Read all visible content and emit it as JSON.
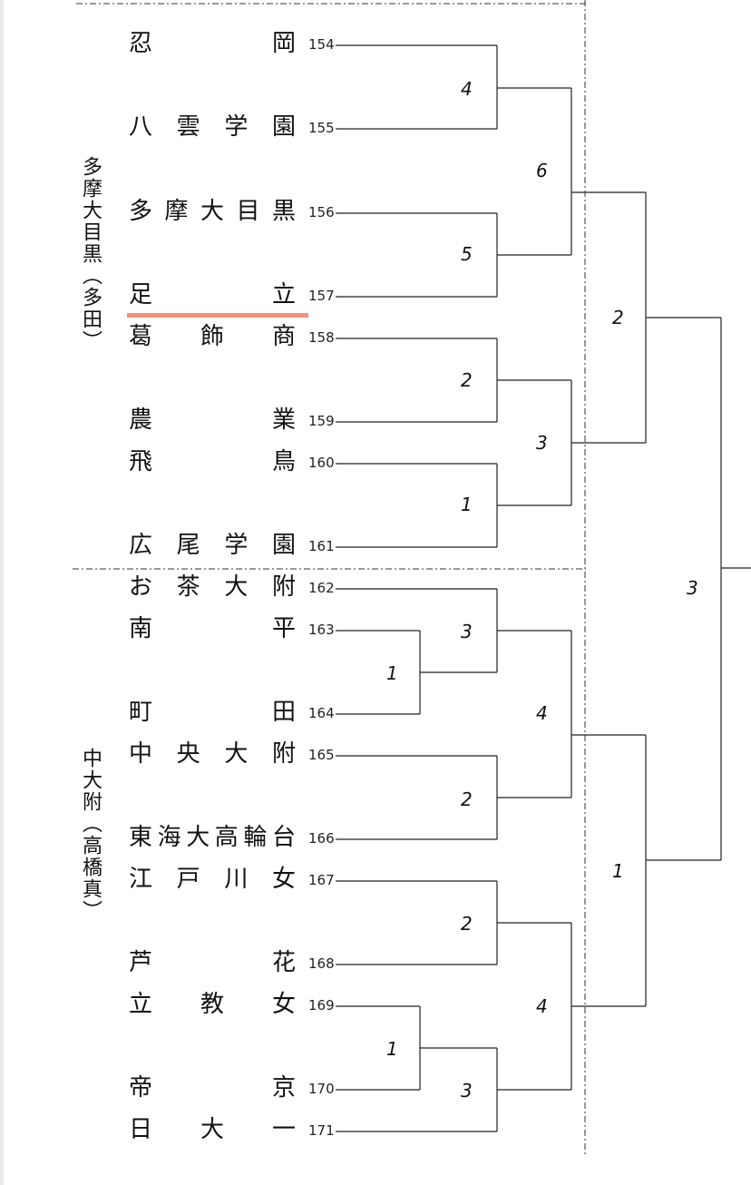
{
  "group_labels": [
    {
      "id": "tamadaimeguro",
      "text": "多摩大目黒（多田）"
    },
    {
      "id": "chudaifu",
      "text": "中大附（高橋真）"
    }
  ],
  "teams": [
    {
      "name": "忍　　　　岡",
      "number": "154"
    },
    {
      "name": "八　雲　学　園",
      "number": "155"
    },
    {
      "name": "多摩大目黒",
      "number": "156"
    },
    {
      "name": "足　　　　立",
      "number": "157"
    },
    {
      "name": "葛　　飾　　商",
      "number": "158"
    },
    {
      "name": "農　　　　業",
      "number": "159"
    },
    {
      "name": "飛　　　　鳥",
      "number": "160"
    },
    {
      "name": "広　尾　学　園",
      "number": "161"
    },
    {
      "name": "お　茶　大　附",
      "number": "162"
    },
    {
      "name": "南　　　　平",
      "number": "163"
    },
    {
      "name": "町　　　　田",
      "number": "164"
    },
    {
      "name": "中　央　大　附",
      "number": "165"
    },
    {
      "name": "東海大高輪台",
      "number": "166"
    },
    {
      "name": "江　戸　川　女",
      "number": "167"
    },
    {
      "name": "芦　　　　花",
      "number": "168"
    },
    {
      "name": "立　　教　　女",
      "number": "169"
    },
    {
      "name": "帝　　　　京",
      "number": "170"
    },
    {
      "name": "日　　大　　一",
      "number": "171"
    }
  ],
  "scores": [
    "4",
    "6",
    "5",
    "2",
    "3",
    "1",
    "2",
    "3",
    "1",
    "4",
    "2",
    "1",
    "2",
    "4",
    "1",
    "3",
    "3"
  ],
  "highlight": {
    "team": "足立",
    "color": "#f0917e"
  }
}
